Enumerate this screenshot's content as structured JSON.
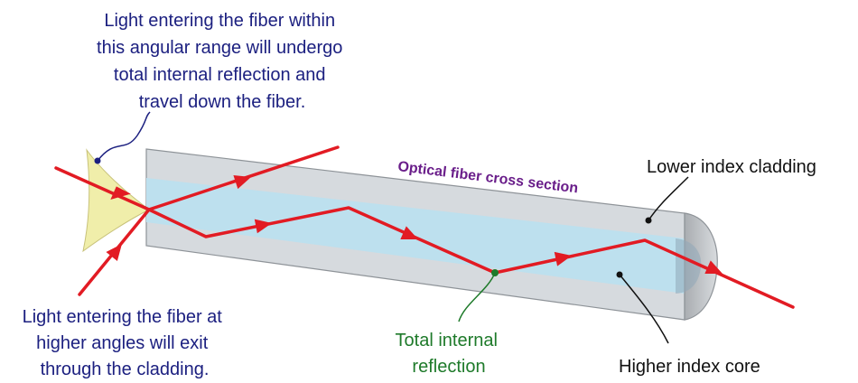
{
  "labels": {
    "acceptance": [
      "Light entering the fiber within",
      "this angular range will undergo",
      "total internal reflection and",
      "travel down the fiber."
    ],
    "exit": [
      "Light entering the fiber at",
      "higher angles will exit",
      "through the cladding."
    ],
    "fiber_title": "Optical fiber cross section",
    "cladding": "Lower index cladding",
    "core": "Higher index core",
    "tir": [
      "Total internal",
      "reflection"
    ]
  },
  "colors": {
    "blue_text": "#1c2080",
    "green_text": "#1e7a2a",
    "purple_text": "#6a1e8a",
    "black_text": "#111111",
    "ray": "#e21b23",
    "cladding": "#d6dade",
    "core": "#bde0ee",
    "acceptance_cone": "#f0eeaa"
  }
}
